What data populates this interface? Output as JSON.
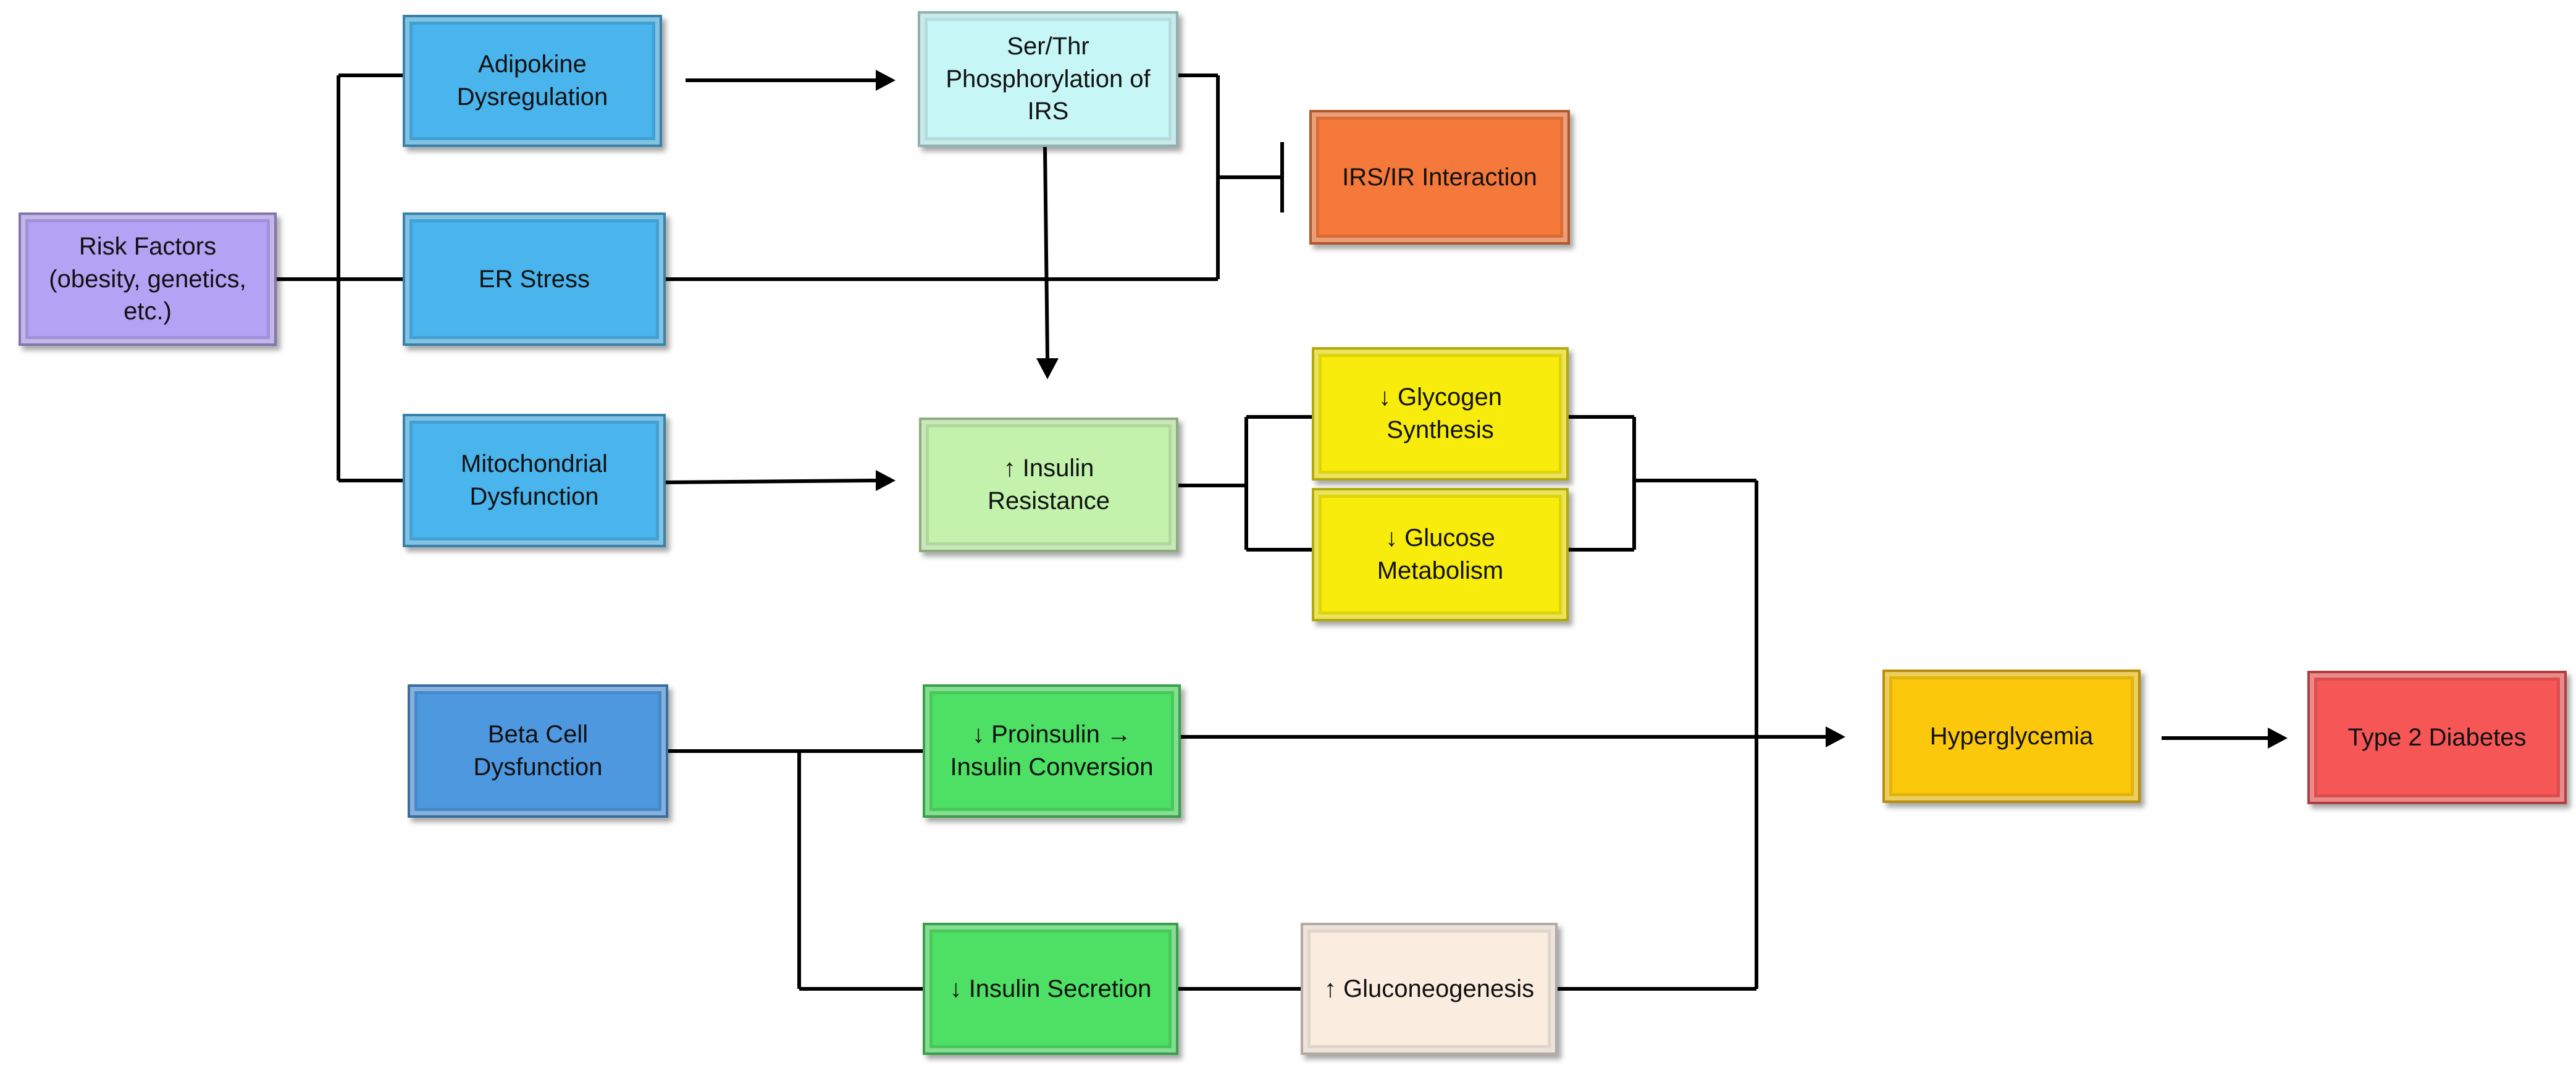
{
  "nodes": {
    "risk_factors": {
      "label": "Risk Factors\n(obesity, genetics,\netc.)",
      "color": "#b4a2f4"
    },
    "adipokine": {
      "label": "Adipokine\nDysregulation",
      "color": "#4ab4ec"
    },
    "er_stress": {
      "label": "ER Stress",
      "color": "#4ab4ec"
    },
    "mitochondrial": {
      "label": "Mitochondrial\nDysfunction",
      "color": "#4ab4ec"
    },
    "ser_thr": {
      "label": "Ser/Thr\nPhosphorylation of\nIRS",
      "color": "#c6f6f6"
    },
    "irs_ir": {
      "label": "IRS/IR Interaction",
      "color": "#f5793a"
    },
    "insulin_resistance": {
      "label": "↑ Insulin\nResistance",
      "color": "#c2f2ac"
    },
    "glycogen": {
      "label": "↓ Glycogen\nSynthesis",
      "color": "#f8ec0c"
    },
    "glucose_metabolism": {
      "label": "↓ Glucose\nMetabolism",
      "color": "#f8ec0c"
    },
    "beta_cell": {
      "label": "Beta Cell\nDysfunction",
      "color": "#4e98e0"
    },
    "proinsulin": {
      "label": "↓ Proinsulin →\nInsulin Conversion",
      "color": "#4ee064"
    },
    "insulin_secretion": {
      "label": "↓ Insulin Secretion",
      "color": "#4ee064"
    },
    "gluconeogenesis": {
      "label": "↑ Gluconeogenesis",
      "color": "#fbece0"
    },
    "hyperglycemia": {
      "label": "Hyperglycemia",
      "color": "#fcc80c"
    },
    "type2_diabetes": {
      "label": "Type 2 Diabetes",
      "color": "#f65656"
    }
  }
}
